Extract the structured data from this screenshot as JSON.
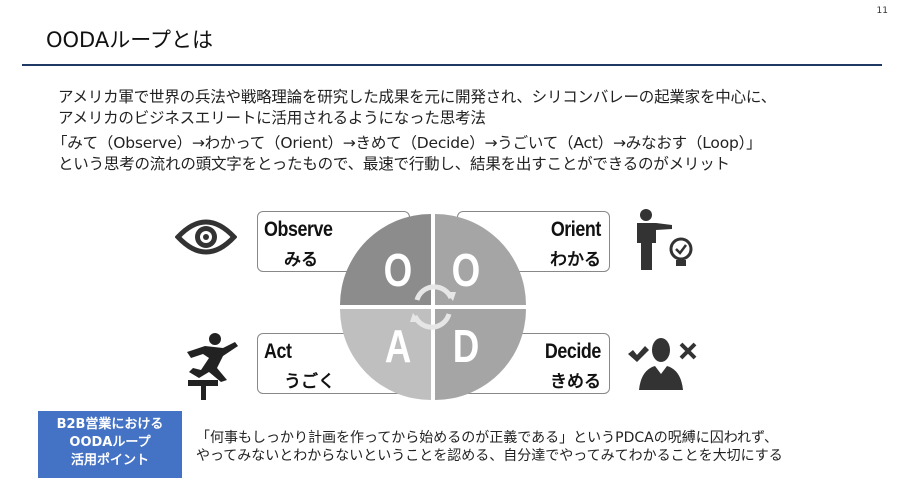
{
  "page_number": "11",
  "title": "OODAループとは",
  "intro": {
    "line1": "アメリカ軍で世界の兵法や戦略理論を研究した成果を元に開発され、シリコンバレーの起業家を中心に、",
    "line2": "アメリカのビジネスエリートに活用されるようになった思考法",
    "line3": "「みて（Observe）→わかって（Orient）→きめて（Decide）→うごいて（Act）→みなおす（Loop）」",
    "line4": "という思考の流れの頭文字をとったもので、最速で行動し、結果を出すことができるのがメリット"
  },
  "diagram": {
    "quadrants": [
      {
        "letter": "O",
        "en": "Observe",
        "jp": "みる",
        "icon": "eye-icon",
        "color": "#8c8c8c"
      },
      {
        "letter": "O",
        "en": "Orient",
        "jp": "わかる",
        "icon": "presenter-lightbulb-icon",
        "color": "#a5a5a5"
      },
      {
        "letter": "A",
        "en": "Act",
        "jp": "うごく",
        "icon": "hurdle-runner-icon",
        "color": "#bfbfbf"
      },
      {
        "letter": "D",
        "en": "Decide",
        "jp": "きめる",
        "icon": "decision-person-icon",
        "color": "#a5a5a5"
      }
    ]
  },
  "footer": {
    "badge": [
      "B2B営業における",
      "OODAループ",
      "活用ポイント"
    ],
    "note1": "「何事もしっかり計画を作ってから始めるのが正義である」というPDCAの呪縛に囚われず、",
    "note2": "やってみないとわからないということを認める、自分達でやってみてわかることを大切にする"
  },
  "colors": {
    "accent": "#1f3864",
    "badge": "#4472c4"
  }
}
